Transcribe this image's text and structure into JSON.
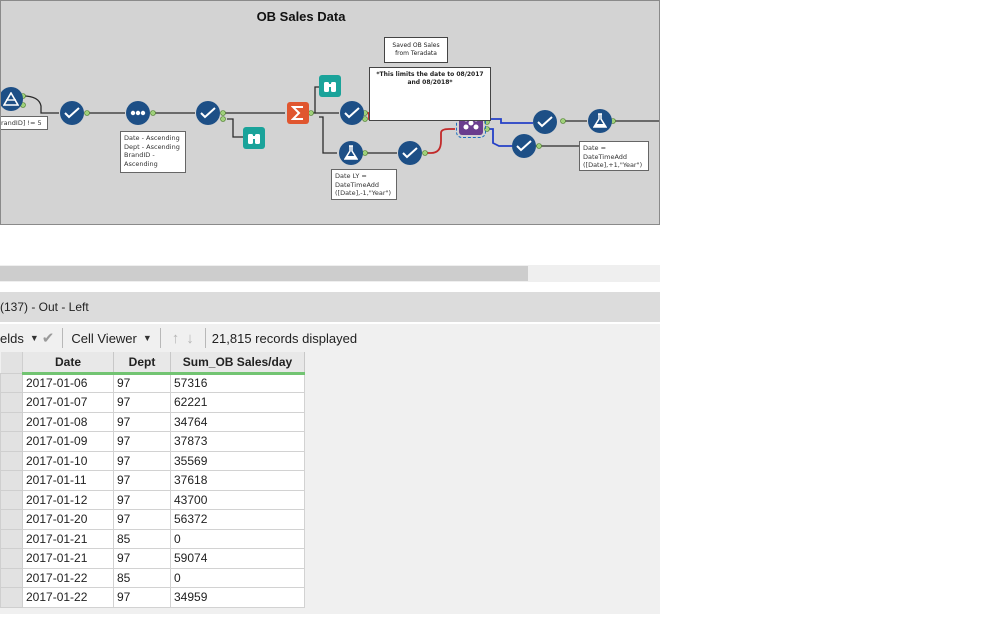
{
  "canvas": {
    "title": "OB Sales Data",
    "annotations": {
      "filter": "randID] != 5",
      "sort": "Date - Ascending\nDept - Ascending\nBrandID -\nAscending",
      "formula_ly": "Date LY =\nDateTimeAdd\n([Date],-1,\"Year\")",
      "formula_right": "Date =\nDateTimeAdd\n([Date],+1,\"Year\")"
    },
    "comments": {
      "saved": "Saved OB Sales\nfrom Teradata",
      "limits": "*This limits the date to 08/2017\nand 08/2018*"
    }
  },
  "results": {
    "header": "(137) - Out - Left",
    "toolbar": {
      "fields_label": "elds",
      "cell_viewer_label": "Cell Viewer",
      "records_label": "21,815 records displayed"
    },
    "columns": [
      "Date",
      "Dept",
      "Sum_OB Sales/day"
    ],
    "rows": [
      [
        "2017-01-06",
        "97",
        "57316"
      ],
      [
        "2017-01-07",
        "97",
        "62221"
      ],
      [
        "2017-01-08",
        "97",
        "34764"
      ],
      [
        "2017-01-09",
        "97",
        "37873"
      ],
      [
        "2017-01-10",
        "97",
        "35569"
      ],
      [
        "2017-01-11",
        "97",
        "37618"
      ],
      [
        "2017-01-12",
        "97",
        "43700"
      ],
      [
        "2017-01-20",
        "97",
        "56372"
      ],
      [
        "2017-01-21",
        "85",
        "0"
      ],
      [
        "2017-01-21",
        "97",
        "59074"
      ],
      [
        "2017-01-22",
        "85",
        "0"
      ],
      [
        "2017-01-22",
        "97",
        "34959"
      ]
    ]
  }
}
